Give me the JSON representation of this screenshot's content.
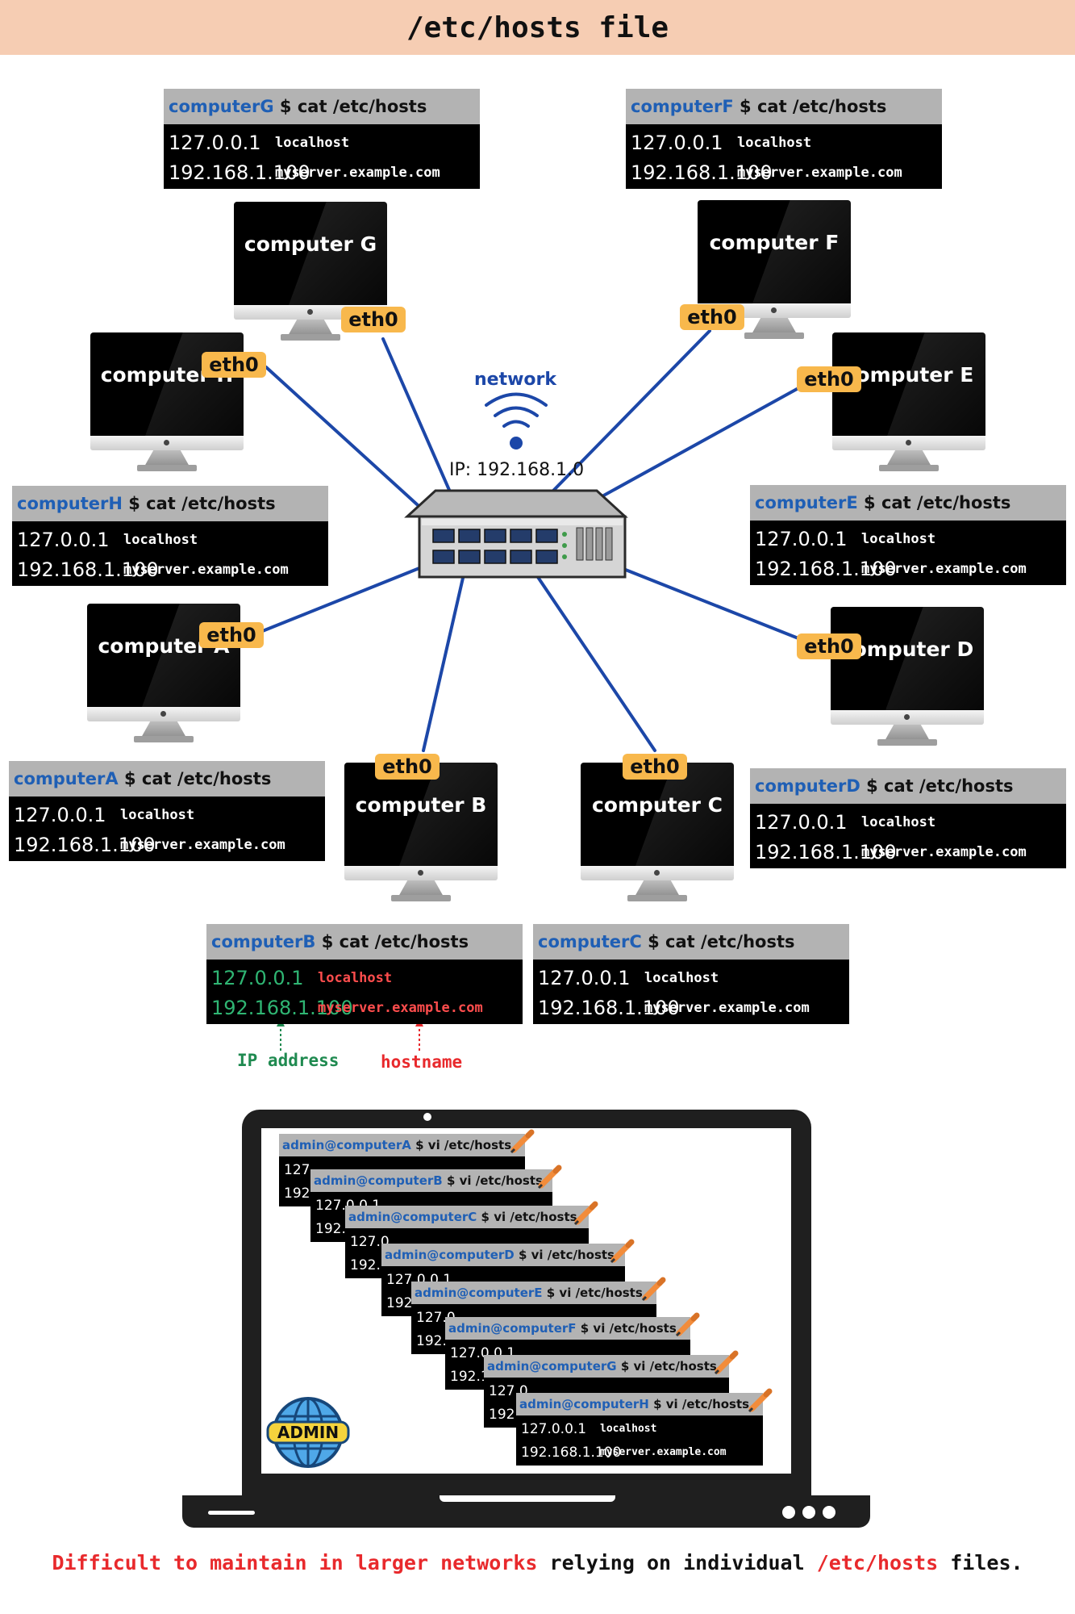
{
  "title": "/etc/hosts file",
  "network": {
    "label": "network",
    "ip_label": "IP: 192.168.1.0"
  },
  "eth_label": "eth0",
  "computers": [
    {
      "id": "G",
      "name": "computer G",
      "prompt_user": "computerG",
      "command": " $ cat /etc/hosts"
    },
    {
      "id": "F",
      "name": "computer F",
      "prompt_user": "computerF",
      "command": " $ cat /etc/hosts"
    },
    {
      "id": "H",
      "name": "computer H",
      "prompt_user": "computerH",
      "command": " $ cat /etc/hosts"
    },
    {
      "id": "E",
      "name": "computer E",
      "prompt_user": "computerE",
      "command": " $ cat /etc/hosts"
    },
    {
      "id": "A",
      "name": "computer A",
      "prompt_user": "computerA",
      "command": " $ cat /etc/hosts"
    },
    {
      "id": "D",
      "name": "computer D",
      "prompt_user": "computerD",
      "command": " $ cat /etc/hosts"
    },
    {
      "id": "B",
      "name": "computer B",
      "prompt_user": "computerB",
      "command": " $ cat /etc/hosts"
    },
    {
      "id": "C",
      "name": "computer C",
      "prompt_user": "computerC",
      "command": " $ cat /etc/hosts"
    }
  ],
  "hosts": [
    {
      "ip": "127.0.0.1",
      "name": "localhost"
    },
    {
      "ip": "192.168.1.100",
      "name": "myserver.example.com"
    }
  ],
  "annotations": {
    "ip": "IP address",
    "hostname": "hostname"
  },
  "admin": {
    "badge": "ADMIN",
    "command": " $ vi /etc/hosts",
    "sessions": [
      "admin@computerA",
      "admin@computerB",
      "admin@computerC",
      "admin@computerD",
      "admin@computerE",
      "admin@computerF",
      "admin@computerG",
      "admin@computerH"
    ],
    "visible_rows": [
      "127.",
      "192.",
      "127.0.0.1",
      "192.1",
      "127.0",
      "192.",
      "127.0.0.1",
      "192.1"
    ]
  },
  "caption": {
    "part1": "Difficult to maintain in larger networks",
    "part2": " relying on individual ",
    "part3": "/etc/hosts",
    "part4": " files."
  },
  "colors": {
    "title_bg": "#f6cdb3",
    "link": "#1c47a8",
    "eth": "#f8b84c",
    "prompt_user": "#1f5fb5",
    "ip_highlight": "#2fb573",
    "hostname_highlight": "#ff4d4d"
  }
}
